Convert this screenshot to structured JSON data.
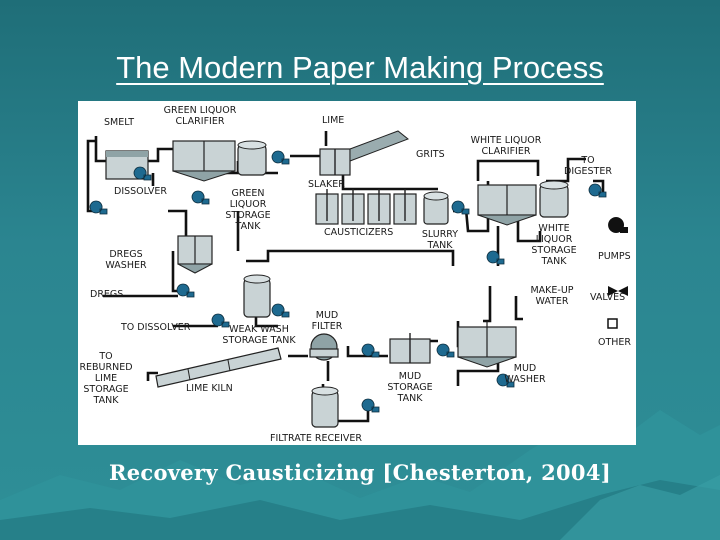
{
  "title": "The Modern Paper Making Process",
  "caption": "Recovery Causticizing [Chesterton, 2004]",
  "diagram": {
    "labels": {
      "smelt": "SMELT",
      "green_liquor_clarifier": [
        "GREEN LIQUOR",
        "CLARIFIER"
      ],
      "lime": "LIME",
      "white_liquor_clarifier": [
        "WHITE LIQUOR",
        "CLARIFIER"
      ],
      "to_digester": [
        "TO",
        "DIGESTER"
      ],
      "grits": "GRITS",
      "dissolver": "DISSOLVER",
      "green_liquor_storage_tank": [
        "GREEN",
        "LIQUOR",
        "STORAGE",
        "TANK"
      ],
      "slaker": "SLAKER",
      "causticizers": "CAUSTICIZERS",
      "slurry_tank": [
        "SLURRY",
        "TANK"
      ],
      "white_liquor_storage_tank": [
        "WHITE",
        "LIQUOR",
        "STORAGE",
        "TANK"
      ],
      "pumps": "PUMPS",
      "dregs_washer": [
        "DREGS",
        "WASHER"
      ],
      "dregs": "DREGS",
      "make_up_water": [
        "MAKE-UP",
        "WATER"
      ],
      "valves": "VALVES",
      "to_dissolver": "TO DISSOLVER",
      "weak_wash_storage_tank": [
        "WEAK WASH",
        "STORAGE TANK"
      ],
      "mud_filter": [
        "MUD",
        "FILTER"
      ],
      "other": "OTHER",
      "to_reburned_lime_storage_tank": [
        "TO",
        "REBURNED",
        "LIME",
        "STORAGE",
        "TANK"
      ],
      "lime_kiln": "LIME KILN",
      "mud_storage_tank": [
        "MUD",
        "STORAGE",
        "TANK"
      ],
      "mud_washer": [
        "MUD",
        "WASHER"
      ],
      "filtrate_receiver": "FILTRATE RECEIVER"
    }
  }
}
